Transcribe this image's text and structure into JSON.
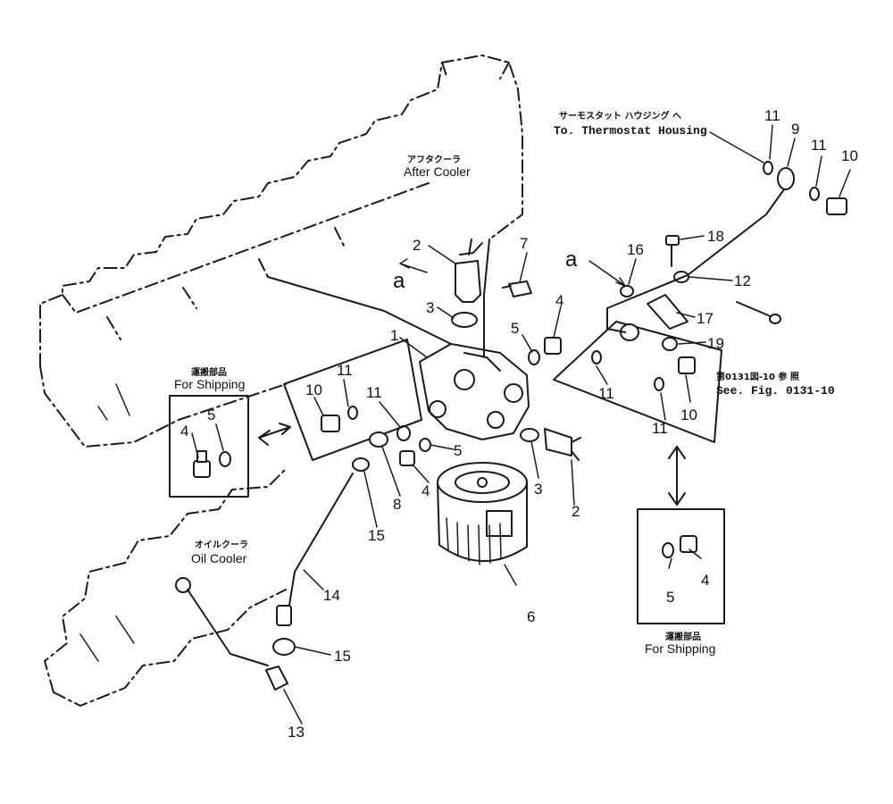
{
  "annotations": {
    "thermostat_jp": "サーモスタット ハウジング へ",
    "thermostat_en": "To. Thermostat Housing",
    "aftercooler_jp": "アフタクーラ",
    "aftercooler_en": "After Cooler",
    "oilcooler_jp": "オイルクーラ",
    "oilcooler_en": "Oil Cooler",
    "shipping_left_jp": "運搬部品",
    "shipping_left_en": "For Shipping",
    "shipping_right_jp": "運搬部品",
    "shipping_right_en": "For Shipping",
    "seefig_jp": "第0131図-10 参 照",
    "seefig_en": "See. Fig. 0131-10",
    "connector_a": "a"
  },
  "callouts": {
    "c1": "1",
    "c2a": "2",
    "c2b": "2",
    "c3a": "3",
    "c3b": "3",
    "c4a": "4",
    "c4b": "4",
    "c4c": "4",
    "c4d": "4",
    "c5a": "5",
    "c5b": "5",
    "c5c": "5",
    "c5d": "5",
    "c6": "6",
    "c7": "7",
    "c8": "8",
    "c9": "9",
    "c10a": "10",
    "c10b": "10",
    "c10c": "10",
    "c11a": "11",
    "c11b": "11",
    "c11c": "11",
    "c11d": "11",
    "c11e": "11",
    "c11f": "11",
    "c12": "12",
    "c13": "13",
    "c14": "14",
    "c15a": "15",
    "c15b": "15",
    "c16": "16",
    "c17": "17",
    "c18": "18",
    "c19": "19"
  }
}
